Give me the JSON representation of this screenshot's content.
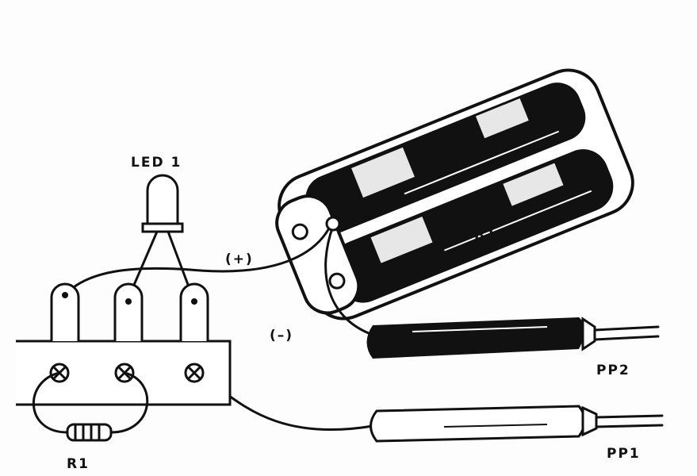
{
  "labels": {
    "led": "LED 1",
    "battery": "B1",
    "positive": "(+)",
    "negative": "(–)",
    "probe2": "PP2",
    "probe1": "PP1",
    "resistor": "R1"
  },
  "colors": {
    "ink": "#111111",
    "paper": "#fdfdfd"
  }
}
